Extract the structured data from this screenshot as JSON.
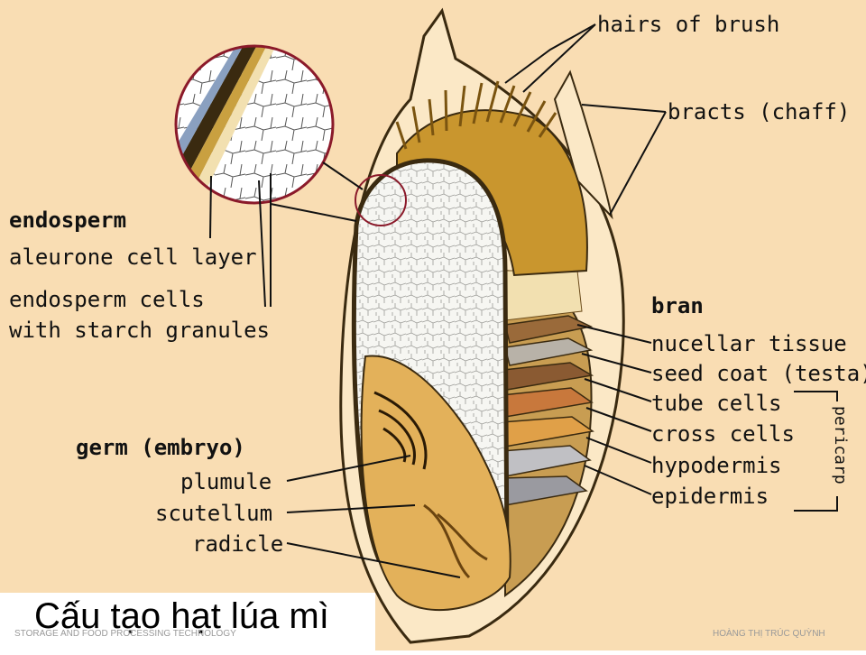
{
  "colors": {
    "background": "#f9ddb3",
    "endosperm": "#f8f8f4",
    "germ": "#e3b15a",
    "brush": "#c9962e",
    "husk_outline": "#3a2a10",
    "magnifier_ring": "#8b1a2a"
  },
  "labels": {
    "hairs_of_brush": "hairs of brush",
    "bracts": "bracts (chaff)",
    "endosperm": "endosperm",
    "aleurone": "aleurone cell layer",
    "endosperm_cells_1": "endosperm cells",
    "endosperm_cells_2": "with starch granules",
    "bran": "bran",
    "nucellar": "nucellar tissue",
    "seed_coat": "seed coat (testa)",
    "tube_cells": "tube cells",
    "cross_cells": "cross cells",
    "hypodermis": "hypodermis",
    "epidermis": "epidermis",
    "pericarp": "pericarp",
    "germ": "germ (embryo)",
    "plumule": "plumule",
    "scutellum": "scutellum",
    "radicle": "radicle"
  },
  "caption": "Cấu tạo hạt lúa mì",
  "footer": {
    "left": "STORAGE AND FOOD PROCESSING TECHNOLOGY",
    "right": "HOÀNG THỊ TRÚC QUỲNH"
  }
}
